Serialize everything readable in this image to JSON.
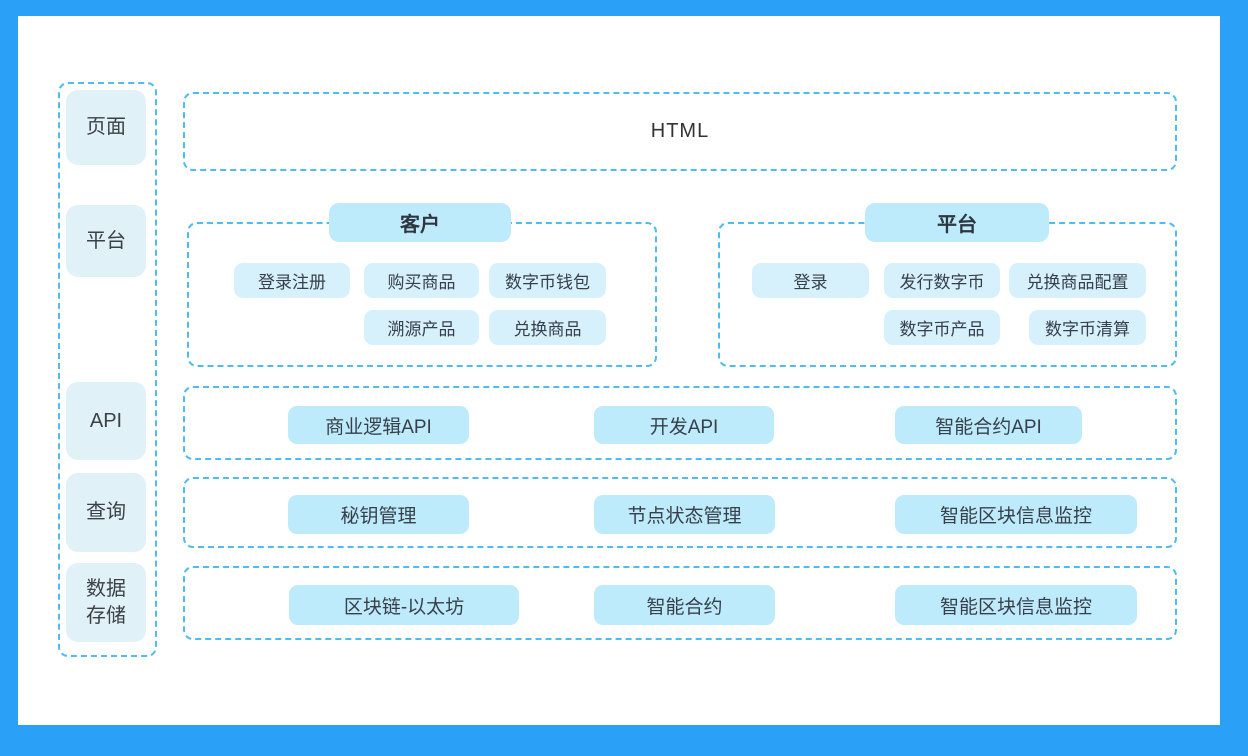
{
  "colors": {
    "frame": "#2AA1F6",
    "canvas": "#FFFFFF",
    "dash_border": "#4FBCF0",
    "tile_bg": "#E1F1F8",
    "pill_cyan": "#BEEBFB",
    "pill_light": "#D7F1FC",
    "text": "#3C4146"
  },
  "sidebar": {
    "items": [
      {
        "label": "页面"
      },
      {
        "label": "平台"
      },
      {
        "label": "API"
      },
      {
        "label": "查询"
      },
      {
        "label": "数据存储"
      }
    ]
  },
  "layers": {
    "page": {
      "label": "HTML"
    },
    "groups": [
      {
        "header": "客户",
        "rows": [
          [
            "登录注册",
            "购买商品",
            "数字币钱包"
          ],
          [
            "溯源产品",
            "兑换商品"
          ]
        ]
      },
      {
        "header": "平台",
        "rows": [
          [
            "登录",
            "发行数字币",
            "兑换商品配置"
          ],
          [
            "数字币产品",
            "数字币清算"
          ]
        ]
      }
    ],
    "api": [
      "商业逻辑API",
      "开发API",
      "智能合约API"
    ],
    "query": [
      "秘钥管理",
      "节点状态管理",
      "智能区块信息监控"
    ],
    "storage": [
      "区块链-以太坊",
      "智能合约",
      "智能区块信息监控"
    ]
  }
}
